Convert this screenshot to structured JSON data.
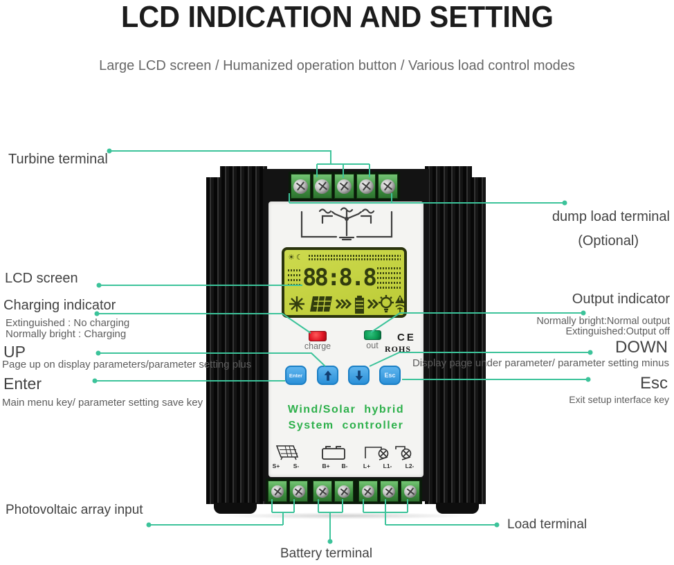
{
  "title": "LCD INDICATION AND SETTING",
  "subtitle": "Large LCD screen / Humanized operation button / Various load control modes",
  "colors": {
    "accent_line": "#3cc39a",
    "lcd_bg": "#c7d443",
    "button_blue": "#2f97dd",
    "led_red": "#e01423",
    "led_green": "#0a9a52",
    "brand_green": "#2db04b",
    "terminal_green": "#3c8f3e"
  },
  "annotations": {
    "turbine": {
      "label": "Turbine terminal"
    },
    "dump_load": {
      "label": "dump load terminal",
      "label2": "(Optional)"
    },
    "lcd": {
      "label": "LCD screen"
    },
    "charging": {
      "label": "Charging indicator",
      "sub1": "Extinguished : No charging",
      "sub2": "Normally bright : Charging"
    },
    "output": {
      "label": "Output indicator",
      "sub1": "Normally bright:Normal output",
      "sub2": "Extinguished:Output off"
    },
    "up": {
      "label": "UP",
      "sub": "Page up on display parameters/parameter setting plus"
    },
    "down": {
      "label": "DOWN",
      "sub": "Display page under parameter/ parameter setting minus"
    },
    "enter": {
      "label": "Enter",
      "sub": "Main menu key/ parameter setting save key"
    },
    "esc": {
      "label": "Esc",
      "sub": "Exit setup interface key"
    },
    "pv": {
      "label": "Photovoltaic array input"
    },
    "battery": {
      "label": "Battery terminal"
    },
    "load": {
      "label": "Load terminal"
    }
  },
  "device": {
    "lcd_value": "88:8.8",
    "lcd_sun": "☀",
    "lcd_moon": "☾",
    "charge_led_label": "charge",
    "out_led_label": "out",
    "ce_mark": "CE",
    "rohs_mark": "ROHS",
    "brand_line1": "Wind/Solar hybrid",
    "brand_line2": "System controller",
    "button_enter": "Enter",
    "button_esc": "Esc",
    "terminal_labels": [
      "S+",
      "S-",
      "B+",
      "B-",
      "L+",
      "L1-",
      "L2-"
    ]
  }
}
